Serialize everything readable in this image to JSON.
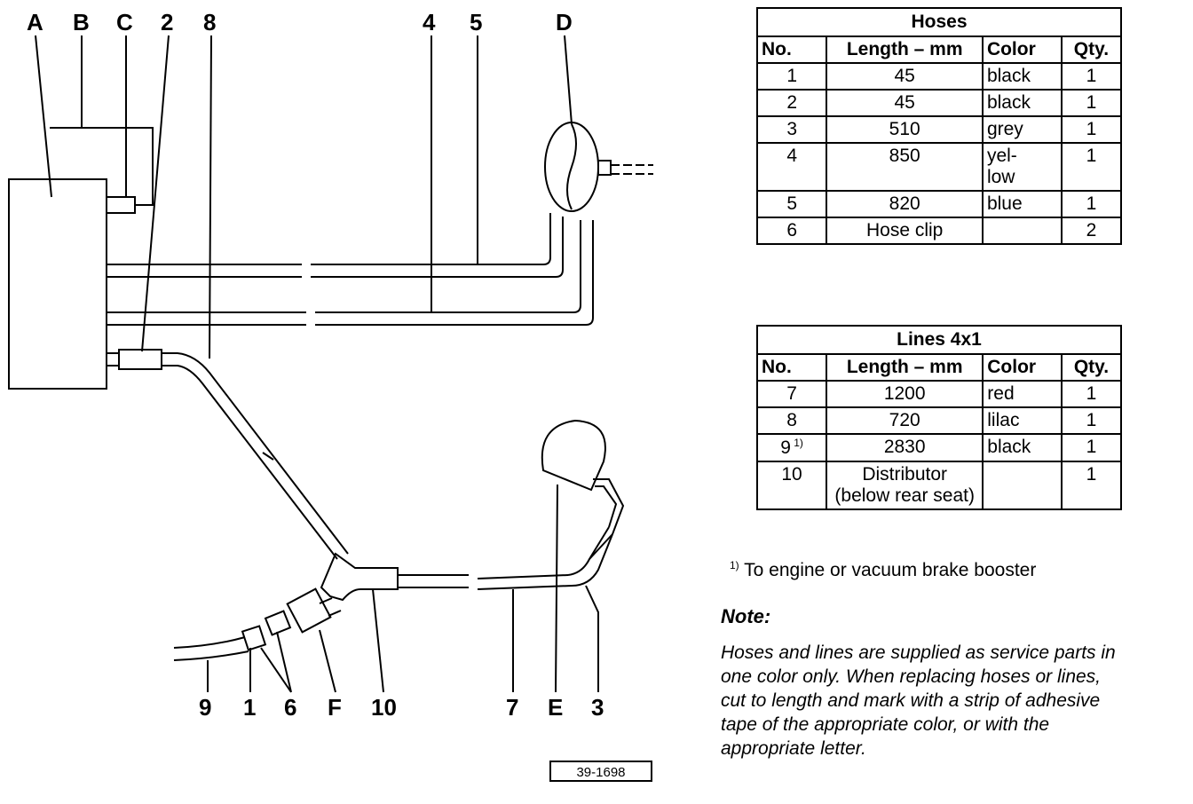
{
  "diagram": {
    "top_labels": [
      "A",
      "B",
      "C",
      "2",
      "8",
      "4",
      "5",
      "D"
    ],
    "bottom_labels": [
      "9",
      "1",
      "6",
      "F",
      "10",
      "7",
      "E",
      "3"
    ],
    "reference": "39-1698"
  },
  "hoses_table": {
    "title": "Hoses",
    "headers": [
      "No.",
      "Length – mm",
      "Color",
      "Qty."
    ],
    "rows": [
      [
        "1",
        "45",
        "black",
        "1"
      ],
      [
        "2",
        "45",
        "black",
        "1"
      ],
      [
        "3",
        "510",
        "grey",
        "1"
      ],
      [
        "4",
        "850",
        "yel-\nlow",
        "1"
      ],
      [
        "5",
        "820",
        "blue",
        "1"
      ],
      [
        "6",
        "Hose clip",
        "",
        "2"
      ]
    ]
  },
  "lines_table": {
    "title": "Lines  4x1",
    "headers": [
      "No.",
      "Length – mm",
      "Color",
      "Qty."
    ],
    "rows": [
      [
        "7",
        "1200",
        "red",
        "1"
      ],
      [
        "8",
        "720",
        "lilac",
        "1"
      ],
      [
        "9",
        "2830",
        "black",
        "1"
      ],
      [
        "10",
        "Distributor\n(below rear seat)",
        "",
        "1"
      ]
    ],
    "row9_marker": "1)"
  },
  "footnote": {
    "marker": "1)",
    "text": "To engine or vacuum brake booster"
  },
  "note": {
    "title": "Note:",
    "text": "Hoses and lines are supplied as service parts in one color only. When replacing hoses or lines, cut to length and mark with a strip of adhesive tape of the appropriate color, or with the appropriate letter."
  }
}
